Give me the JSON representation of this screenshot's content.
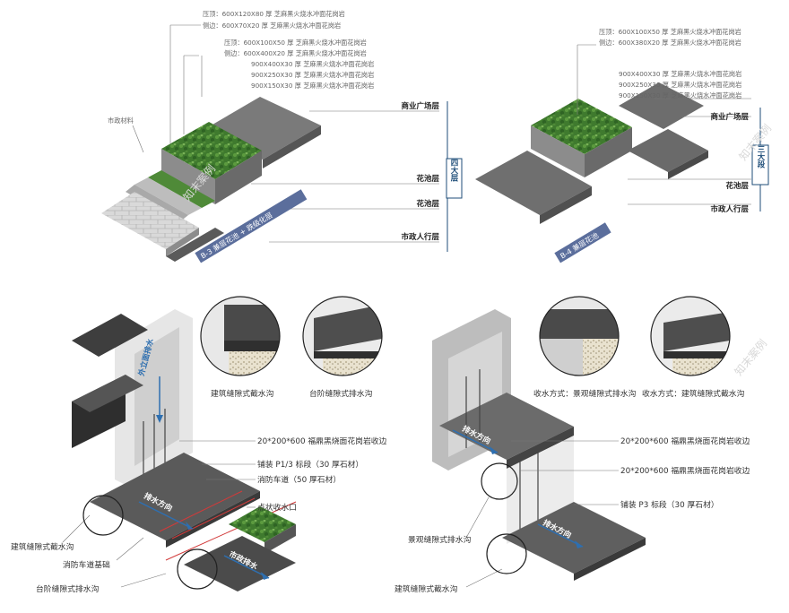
{
  "top_left": {
    "cap_top_label": "压顶：600X120X80 厚 芝麻黑火烧水冲面花岗岩",
    "cap_side_label": "侧边：600X70X20 厚 芝麻黑火烧水冲面花岗岩",
    "mid_top_label": "压顶：600X100X50 厚 芝麻黑火烧水冲面花岗岩",
    "mid_side_label": "侧边：600X400X20 厚 芝麻黑火烧水冲面花岗岩",
    "step_labels": [
      "900X400X30 厚 芝麻黑火烧水冲面花岗岩",
      "900X250X30 厚 芝麻黑火烧水冲面花岗岩",
      "900X150X30 厚 芝麻黑火烧水冲面花岗岩"
    ],
    "municipal_material": "市政材料",
    "layers": [
      "商业广场层",
      "花池层",
      "花池层",
      "市政人行层"
    ],
    "total_tag": "四大层",
    "banner": "B-3 兼层花池 + 跌级化层"
  },
  "top_right": {
    "cap_top_label": "压顶：600X100X50 厚 芝麻黑火烧水冲面花岗岩",
    "cap_side_label": "侧边：600X380X20 厚 芝麻黑火烧水冲面花岗岩",
    "step_labels": [
      "900X400X30 厚 芝麻黑火烧水冲面花岗岩",
      "900X250X30 厚 芝麻黑火烧水冲面花岗岩",
      "900X150X30 厚 芝麻黑火烧水冲面花岗岩"
    ],
    "layers": [
      "商业广场层",
      "花池层",
      "市政人行层"
    ],
    "total_tag": "三大段",
    "banner": "B-4 兼层花池"
  },
  "bottom_left": {
    "detail_captions": [
      "建筑缝隙式截水沟",
      "台阶缝隙式排水沟"
    ],
    "wall_tag": "外立面排水",
    "flow_tag": "排水方向",
    "municipal_tag": "市政排水",
    "callouts": [
      "20*200*600 福鼎黑烧面花岗岩收边",
      "铺装 P1/3 标段（30 厚石材）",
      "消防车道（50 厚石材）",
      "点状收水口"
    ],
    "bottom_callouts": [
      "建筑缝隙式截水沟",
      "消防车道基础",
      "台阶缝隙式排水沟"
    ]
  },
  "bottom_right": {
    "detail_captions": [
      "收水方式：景观缝隙式排水沟",
      "收水方式：建筑缝隙式截水沟"
    ],
    "flow_tag_top": "排水方向",
    "flow_tag_bottom": "排水方向",
    "callouts": [
      "20*200*600 福鼎黑烧面花岗岩收边",
      "20*200*600 福鼎黑烧面花岗岩收边",
      "铺装 P3 标段（30 厚石材）"
    ],
    "bottom_callouts": [
      "景观缝隙式排水沟",
      "建筑缝隙式截水沟"
    ]
  },
  "watermark": "知末案例",
  "colors": {
    "tag_blue": "#1f4e79",
    "banner_blue": "#5b6e9c",
    "flow_arrow": "#2e6fb0",
    "red_line": "#d23a3a",
    "planter_green": "#4f8a38",
    "stone_dark": "#4a4a4a",
    "stone_light": "#d9d9d9"
  }
}
